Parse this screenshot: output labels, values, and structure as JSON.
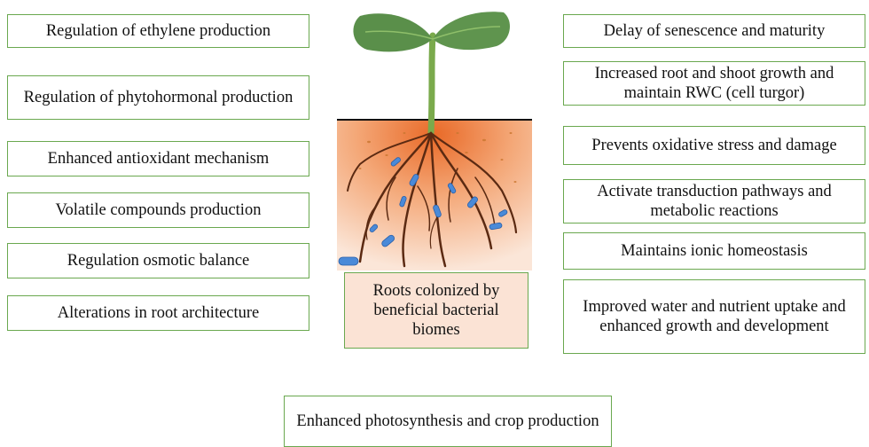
{
  "left_boxes": [
    "Regulation of ethylene production",
    "Regulation of phytohormonal production",
    "Enhanced antioxidant mechanism",
    "Volatile compounds production",
    "Regulation osmotic balance",
    "Alterations in root architecture"
  ],
  "right_boxes": [
    "Delay of senescence and maturity",
    "Increased root and shoot growth and maintain RWC (cell turgor)",
    "Prevents oxidative stress and damage",
    "Activate transduction pathways and metabolic reactions",
    "Maintains ionic homeostasis",
    "Improved water and nutrient uptake and enhanced growth and development"
  ],
  "center_label": "Roots colonized by beneficial bacterial biomes",
  "bottom_box": "Enhanced photosynthesis and crop production",
  "colors": {
    "box_border": "#6aa84f",
    "soil": "#f0a070",
    "leaf": "#5a8f4a",
    "root": "#5b2a12",
    "bacteria": "#4a8ad8"
  }
}
